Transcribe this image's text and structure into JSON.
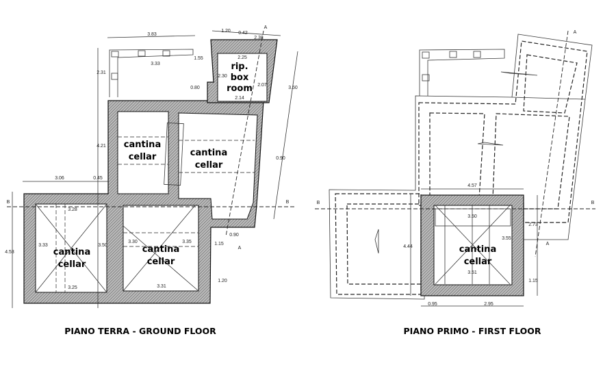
{
  "ground_floor": {
    "title": "PIANO TERRA - GROUND FLOOR",
    "rooms": [
      {
        "line1": "rip.",
        "line2": "box",
        "line3": "room"
      },
      {
        "line1": "cantina",
        "line2": "cellar"
      },
      {
        "line1": "cantina",
        "line2": "cellar"
      },
      {
        "line1": "cantina",
        "line2": "cellar"
      },
      {
        "line1": "cantina",
        "line2": "cellar"
      }
    ],
    "dimensions": [
      "3.83",
      "1.20",
      "0.42",
      "2.38",
      "3.33",
      "2.31",
      "1.55",
      "2.25",
      "2.30",
      "2.07",
      "2.14",
      "3.50",
      "4.21",
      "3.06",
      "0.45",
      "4.53",
      "3.28",
      "3.25",
      "3.33",
      "3.50",
      "3.30",
      "3.31",
      "3.35",
      "1.20",
      "0.90",
      "0.90",
      "1.15",
      "0.80"
    ],
    "section_markers": [
      "A",
      "A",
      "B",
      "B"
    ]
  },
  "first_floor": {
    "title": "PIANO PRIMO - FIRST FLOOR",
    "rooms": [
      {
        "line1": "cantina",
        "line2": "cellar"
      }
    ],
    "dimensions": [
      "4.57",
      "3.50",
      "4.44",
      "3.55",
      "3.51",
      "2.73",
      "1.15",
      "0.95",
      "2.95"
    ],
    "section_markers": [
      "A",
      "A",
      "B",
      "B"
    ]
  }
}
